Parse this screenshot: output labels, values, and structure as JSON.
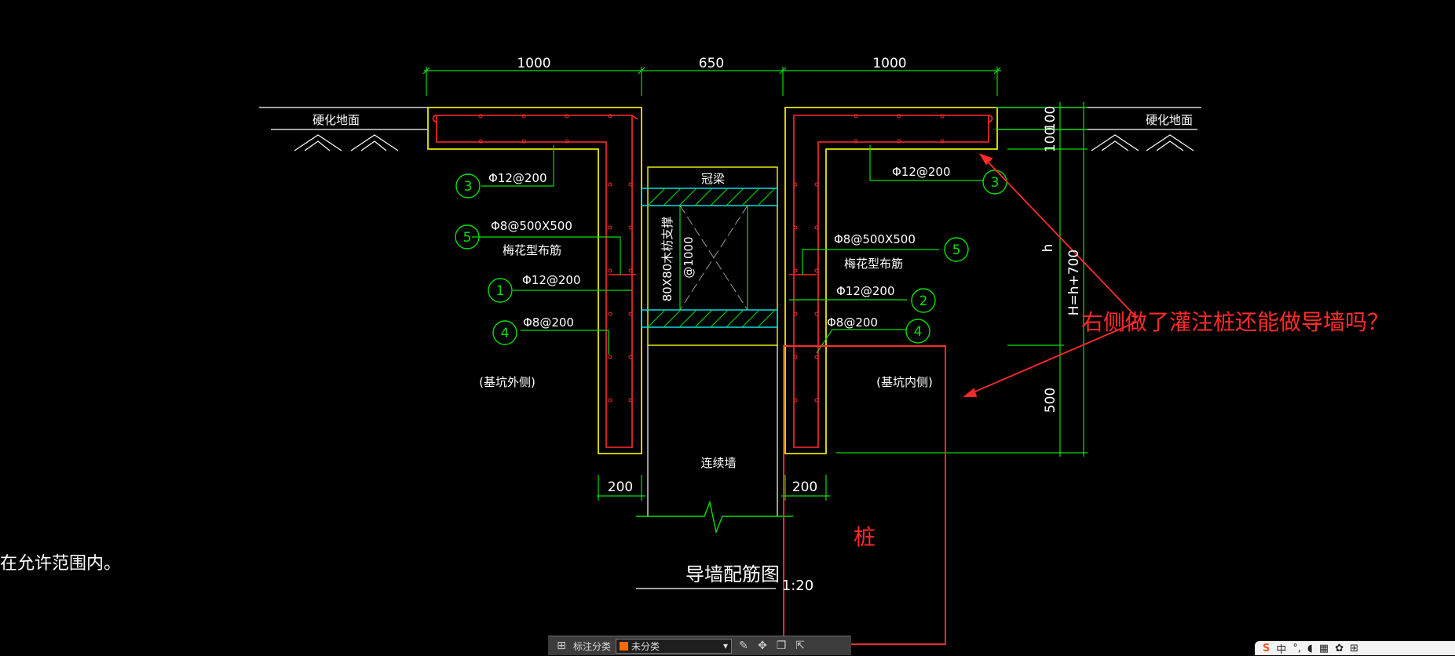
{
  "dims": {
    "top_left": "1000",
    "top_mid": "650",
    "top_right": "1000",
    "bot_left": "200",
    "bot_right": "200",
    "right_v1": "100",
    "right_v2": "100",
    "right_h": "h",
    "right_total": "H=h+700",
    "right_500": "500"
  },
  "labels": {
    "ground_left": "硬化地面",
    "ground_right": "硬化地面",
    "beam": "冠梁",
    "support": "80X80木枋支撑",
    "support_spacing": "@1000",
    "wall": "连续墙",
    "outside": "(基坑外侧)",
    "inside": "(基坑内侧)",
    "title": "导墙配筋图",
    "scale": "1:20"
  },
  "rebar_left": [
    {
      "num": "3",
      "spec": "Φ12@200"
    },
    {
      "num": "5",
      "spec": "Φ8@500X500",
      "note": "梅花型布筋"
    },
    {
      "num": "1",
      "spec": "Φ12@200"
    },
    {
      "num": "4",
      "spec": "Φ8@200"
    }
  ],
  "rebar_right": [
    {
      "num": "3",
      "spec": "Φ12@200"
    },
    {
      "num": "5",
      "spec": "Φ8@500X500",
      "note": "梅花型布筋"
    },
    {
      "num": "2",
      "spec": "Φ12@200"
    },
    {
      "num": "4",
      "spec": "Φ8@200"
    }
  ],
  "annotation": {
    "question": "右侧做了灌注桩还能做导墙吗？",
    "pile": "桩",
    "color": "#ff2a2a"
  },
  "left_note": "在允许范围内。",
  "toolbar": {
    "label": "标注分类",
    "selected": "未分类",
    "swatch": "#ff6a00"
  },
  "ime": {
    "logo": "S",
    "mode": "中"
  }
}
